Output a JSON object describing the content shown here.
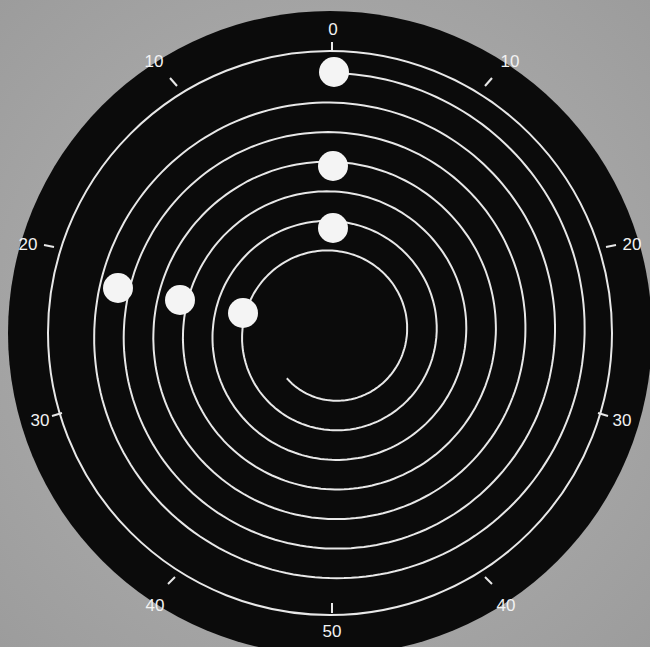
{
  "diagram": {
    "labels": [
      "0",
      "10",
      "10",
      "20",
      "20",
      "30",
      "30",
      "40",
      "40",
      "50"
    ]
  }
}
